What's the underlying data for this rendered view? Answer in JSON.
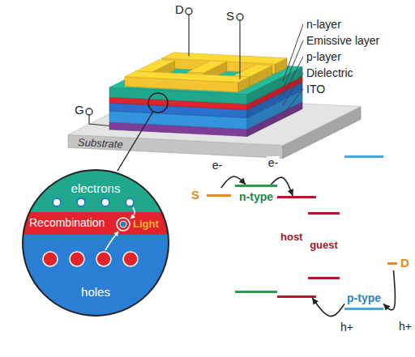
{
  "diagram": {
    "nodes": [
      {
        "text": [
          "electrons"
        ]
      },
      {
        "text": [
          "Recombination"
        ]
      },
      {
        "text": [
          "holes"
        ]
      },
      {
        "text": [
          "S"
        ]
      },
      {
        "text": [
          "n-type"
        ]
      },
      {
        "text": [
          "host"
        ]
      },
      {
        "text": [
          "guest"
        ]
      },
      {
        "text": [
          "p-type"
        ]
      },
      {
        "text": [
          "D"
        ]
      }
    ],
    "edges": [
      {
        "from": 3,
        "to": 4,
        "arrow": "to",
        "label": "e-"
      },
      {
        "from": 4,
        "to": 5,
        "arrow": "to",
        "label": "e-"
      },
      {
        "from": 7,
        "to": 5,
        "arrow": "to",
        "label": "h+"
      },
      {
        "from": 8,
        "to": 7,
        "arrow": "to",
        "label": "h+"
      }
    ],
    "labels": [
      "D",
      "S",
      "G",
      "n-layer",
      "Emissive layer",
      "p-layer",
      "Dielectric",
      "ITO",
      "Substrate",
      "Light"
    ]
  }
}
